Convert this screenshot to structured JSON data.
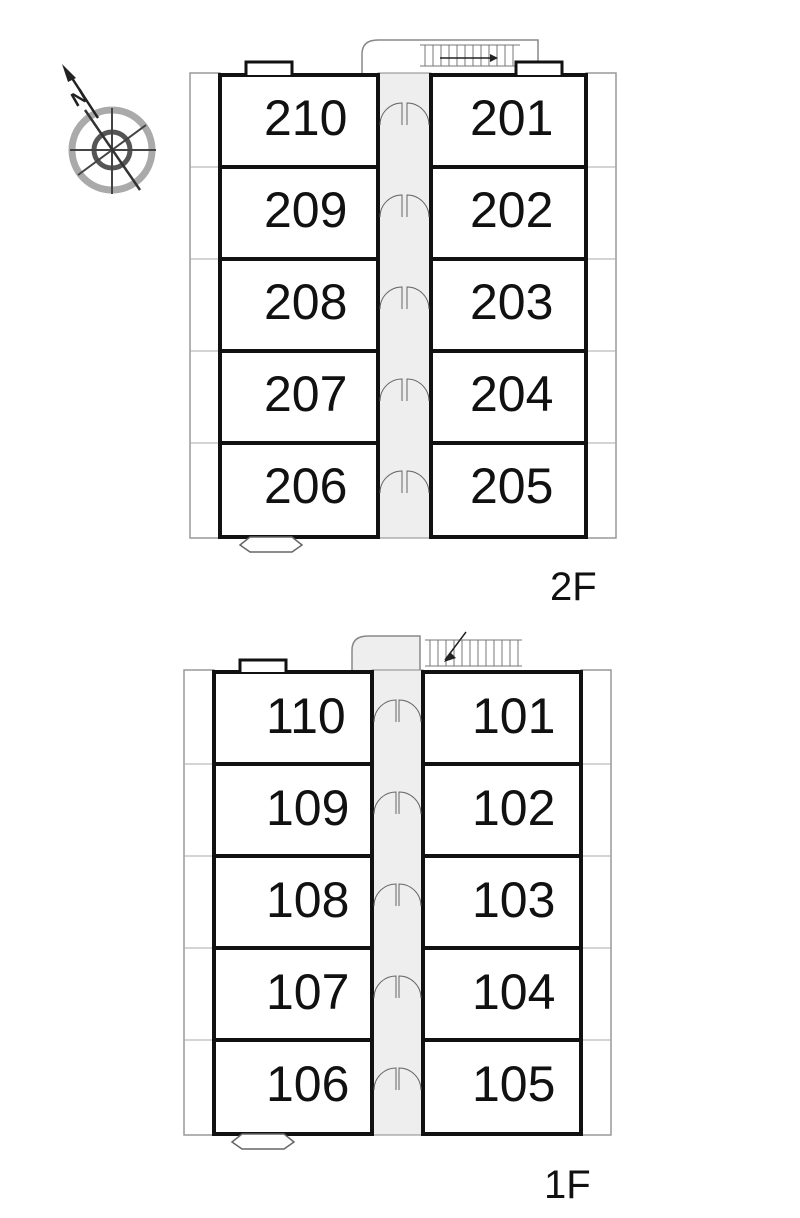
{
  "compass": {
    "label": "N",
    "icon": "north-arrow-compass-icon"
  },
  "floors": [
    {
      "label": "2F",
      "left_rooms": [
        "210",
        "209",
        "208",
        "207",
        "206"
      ],
      "right_rooms": [
        "201",
        "202",
        "203",
        "204",
        "205"
      ]
    },
    {
      "label": "1F",
      "left_rooms": [
        "110",
        "109",
        "108",
        "107",
        "106"
      ],
      "right_rooms": [
        "101",
        "102",
        "103",
        "104",
        "105"
      ]
    }
  ],
  "colors": {
    "wall": "#111111",
    "corridor": "#eeeeee",
    "outline": "#888888"
  }
}
